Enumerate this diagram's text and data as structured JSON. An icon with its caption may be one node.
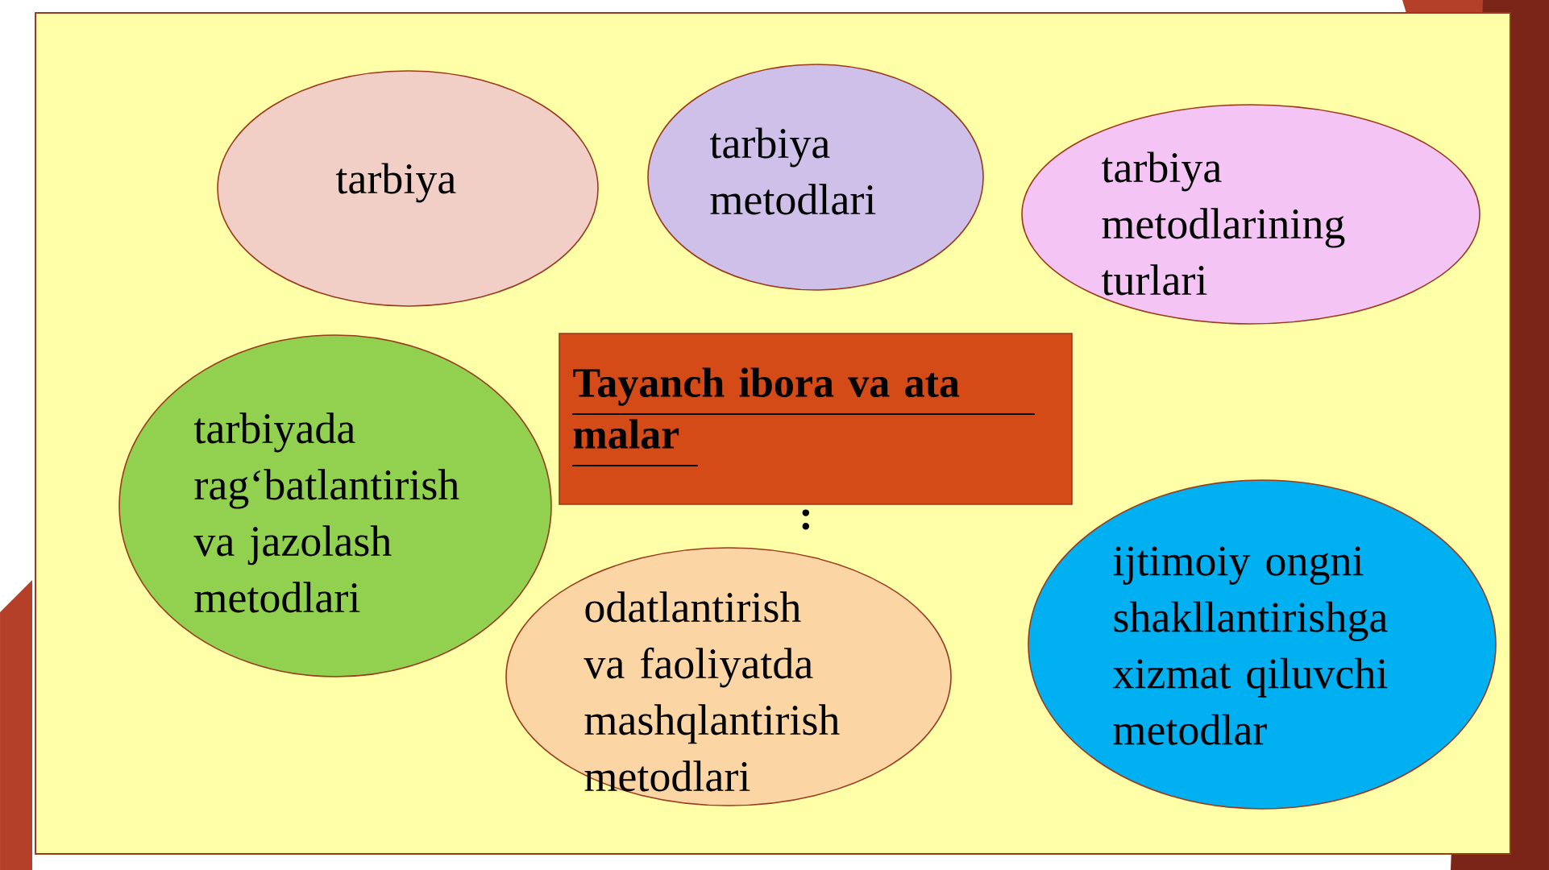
{
  "diagram": {
    "nodes": [
      {
        "text": [
          "tarbiya"
        ]
      },
      {
        "text": [
          "tarbiya metodlari"
        ]
      },
      {
        "text": [
          "tarbiya metodlarining turlari"
        ]
      },
      {
        "text": [
          "Tayanch ibora va ata malar",
          ":"
        ]
      },
      {
        "text": [
          "tarbiyada rag‘batlantirish va jazolash metodlari"
        ]
      },
      {
        "text": [
          "odatlantirish va faoliyatda mashqlantirish metodlari"
        ]
      },
      {
        "text": [
          "ijtimoiy ongni shakllantirishga xizmat qiluvchi metodlar"
        ]
      }
    ]
  }
}
